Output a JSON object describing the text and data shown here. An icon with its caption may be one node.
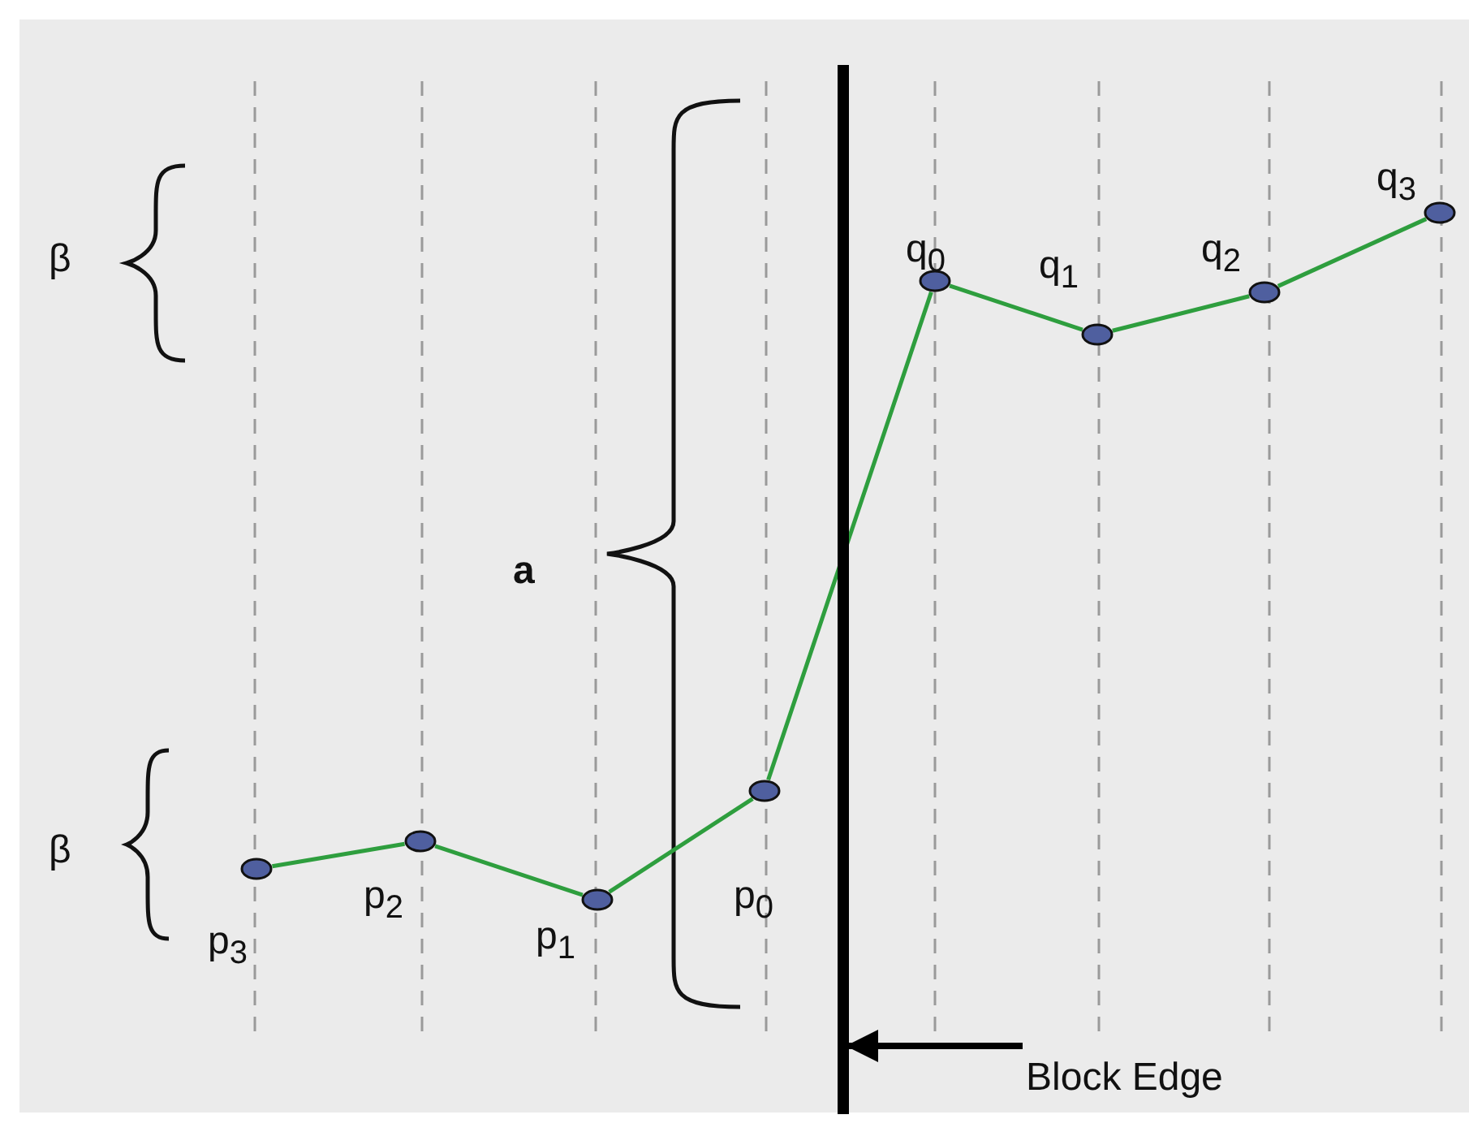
{
  "diagram": {
    "nodes": [
      {
        "text": [],
        "shape": "circle",
        "beside": [
          "p$_{3}$"
        ]
      },
      {
        "text": [],
        "shape": "circle",
        "beside": [
          "p$_{2}$"
        ]
      },
      {
        "text": [],
        "shape": "circle",
        "beside": [
          "p$_{1}$"
        ]
      },
      {
        "text": [],
        "shape": "circle",
        "beside": [
          "p$_{0}$"
        ]
      },
      {
        "text": [],
        "shape": "circle",
        "beside": [
          "q$_{0}$"
        ]
      },
      {
        "text": [],
        "shape": "circle",
        "beside": [
          "q$_{1}$"
        ]
      },
      {
        "text": [],
        "shape": "circle",
        "beside": [
          "q$_{2}$"
        ]
      },
      {
        "text": [],
        "shape": "circle",
        "beside": [
          "q$_{3}$"
        ]
      },
      {
        "text": [],
        "shape": "bar"
      },
      {
        "text": [
          "Block Edge"
        ]
      }
    ],
    "edges": [
      {
        "from": 0,
        "to": 1,
        "arrow": "none"
      },
      {
        "from": 1,
        "to": 2,
        "arrow": "none"
      },
      {
        "from": 2,
        "to": 3,
        "arrow": "none"
      },
      {
        "from": 3,
        "to": 4,
        "arrow": "none"
      },
      {
        "from": 4,
        "to": 5,
        "arrow": "none"
      },
      {
        "from": 5,
        "to": 6,
        "arrow": "none"
      },
      {
        "from": 6,
        "to": 7,
        "arrow": "none"
      },
      {
        "from": 9,
        "to": 8,
        "arrow": "to",
        "color": "#000000"
      }
    ],
    "labels": [
      "β",
      "a",
      "β"
    ]
  }
}
